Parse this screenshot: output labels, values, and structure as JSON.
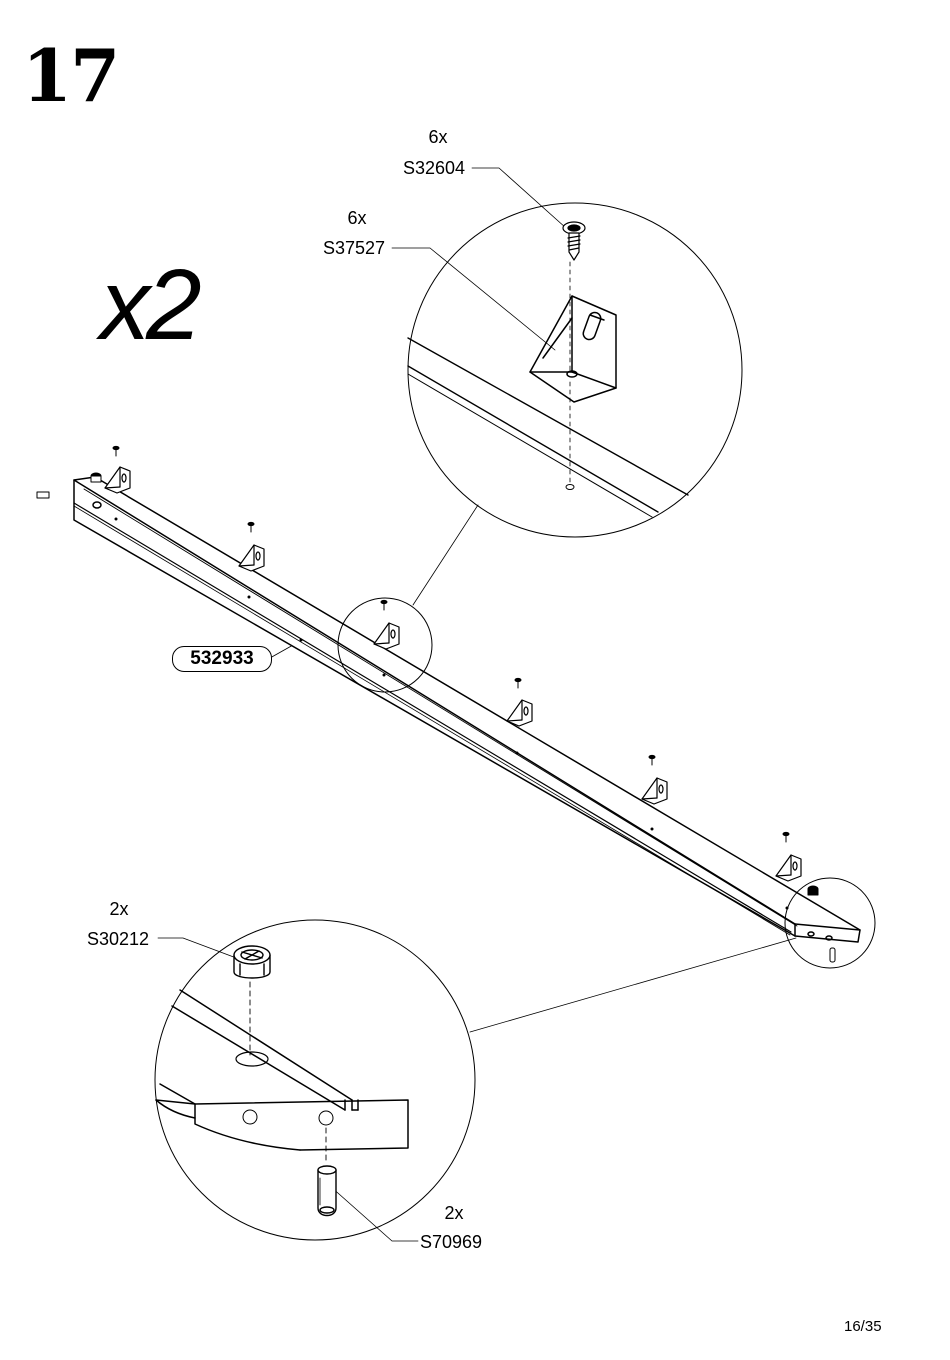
{
  "step": {
    "number": "17",
    "multiplier": "x2"
  },
  "parts": [
    {
      "qty": "6x",
      "code": "S32604",
      "kind": "screw"
    },
    {
      "qty": "6x",
      "code": "S37527",
      "kind": "corner-bracket"
    },
    {
      "qty": "2x",
      "code": "S30212",
      "kind": "cam-lock"
    },
    {
      "qty": "2x",
      "code": "S70969",
      "kind": "wooden-dowel"
    }
  ],
  "panel": {
    "code": "532933"
  },
  "page": {
    "number": "16/35"
  },
  "colors": {
    "line": "#000000",
    "background": "#ffffff"
  }
}
